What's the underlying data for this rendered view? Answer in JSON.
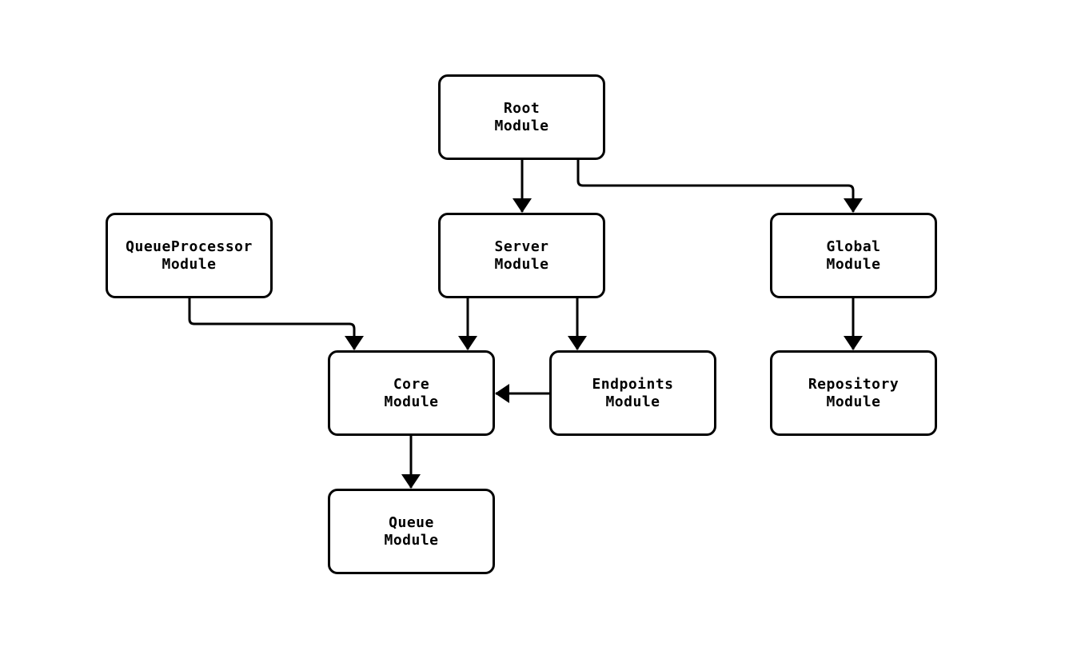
{
  "diagram": {
    "type": "module-dependency-graph",
    "background_color": "#ffffff",
    "node_border_color": "#000000",
    "node_fill_color": "#ffffff",
    "edge_color": "#000000",
    "text_color": "#000000",
    "nodes": [
      {
        "id": "root",
        "label": "Root\nModule"
      },
      {
        "id": "queueprocessor",
        "label": "QueueProcessor\nModule"
      },
      {
        "id": "server",
        "label": "Server\nModule"
      },
      {
        "id": "global",
        "label": "Global\nModule"
      },
      {
        "id": "core",
        "label": "Core\nModule"
      },
      {
        "id": "endpoints",
        "label": "Endpoints\nModule"
      },
      {
        "id": "repository",
        "label": "Repository\nModule"
      },
      {
        "id": "queue",
        "label": "Queue\nModule"
      }
    ],
    "edges": [
      {
        "from": "root",
        "to": "server"
      },
      {
        "from": "root",
        "to": "global"
      },
      {
        "from": "queueprocessor",
        "to": "core"
      },
      {
        "from": "server",
        "to": "core"
      },
      {
        "from": "server",
        "to": "endpoints"
      },
      {
        "from": "endpoints",
        "to": "core"
      },
      {
        "from": "global",
        "to": "repository"
      },
      {
        "from": "core",
        "to": "queue"
      }
    ]
  }
}
